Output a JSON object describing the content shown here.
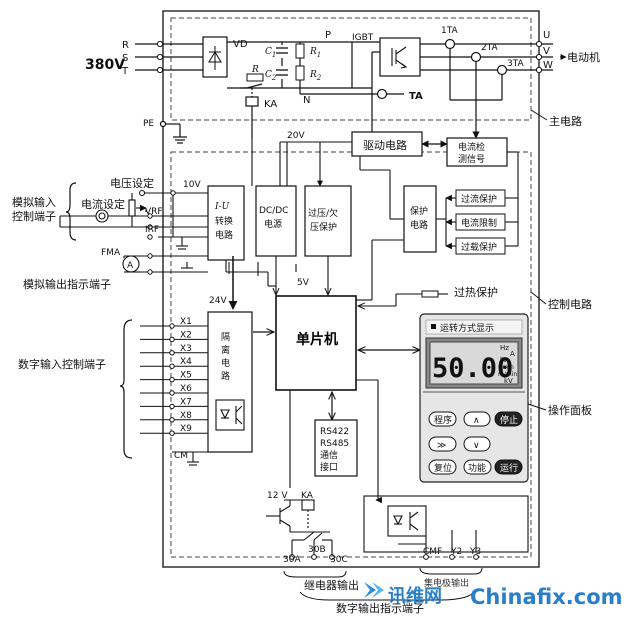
{
  "power": {
    "voltage": "380V",
    "phases": [
      "R",
      "S",
      "T"
    ],
    "pe": "PE",
    "rectifier": "VD",
    "c1": "C",
    "c1_sub": "1",
    "c2": "C",
    "c2_sub": "2",
    "r1": "R",
    "r1_sub": "1",
    "r2": "R",
    "r2_sub": "2",
    "r": "R",
    "ka": "KA",
    "p": "P",
    "n": "N",
    "igbt": "IGBT",
    "ta1": "1TA",
    "ta2": "2TA",
    "ta3": "3TA",
    "ta": "TA",
    "outputs": [
      "U",
      "V",
      "W"
    ],
    "motor": "电动机",
    "main_circuit": "主电路"
  },
  "control": {
    "v20": "20V",
    "drive": "驱动电路",
    "current_detect_1": "电流检",
    "current_detect_2": "测信号",
    "voltage_setting": "电压设定",
    "v10": "10V",
    "analog_in_1": "模拟输入",
    "analog_in_2": "控制端子",
    "current_setting": "电流设定",
    "vrf": "VRF",
    "irf": "IRF",
    "iu_1": "I-U",
    "iu_2": "转换",
    "iu_3": "电路",
    "dcdc_1": "DC/DC",
    "dcdc_2": "电源",
    "ovp_1": "过压/欠",
    "ovp_2": "压保护",
    "prot_1": "保护",
    "prot_2": "电路",
    "overcurrent": "过流保护",
    "current_limit": "电流限制",
    "overload": "过载保护",
    "fma": "FMA",
    "ammeter": "A",
    "analog_out": "模拟输出指示端子",
    "v5": "5V",
    "v24": "24V",
    "overheat": "过热保护",
    "control_circuit": "控制电路",
    "mcu": "单片机",
    "iso_1": "隔",
    "iso_2": "离",
    "iso_3": "电",
    "iso_4": "路",
    "digital_in": "数字输入控制端子",
    "x_terms": [
      "X1",
      "X2",
      "X3",
      "X4",
      "X5",
      "X6",
      "X7",
      "X8",
      "X9"
    ],
    "cm": "CM",
    "rs_1": "RS422",
    "rs_2": "RS485",
    "rs_3": "通信",
    "rs_4": "接口",
    "v12": "12 V",
    "ka2": "KA",
    "relay_terms": [
      "30A",
      "30B",
      "30C"
    ],
    "relay_out": "继电器输出",
    "digital_out": "数字输出指示端子",
    "cmf": "CMF",
    "y2": "Y2",
    "y3": "Y3",
    "collector_out": "集电极输出"
  },
  "panel": {
    "title": "运转方式显示",
    "display": "50.00",
    "units": [
      "Hz",
      "A",
      "%",
      "r/min",
      "m/min",
      "kV"
    ],
    "operation_panel": "操作面板",
    "btn_prog": "程序",
    "btn_up": "∧",
    "btn_stop": "停止",
    "btn_shift": "≫",
    "btn_down": "∨",
    "btn_reset": "复位",
    "btn_func": "功能",
    "btn_run": "运行"
  },
  "watermark": {
    "cn": "讯维网",
    "en": "Chinafix.com"
  }
}
